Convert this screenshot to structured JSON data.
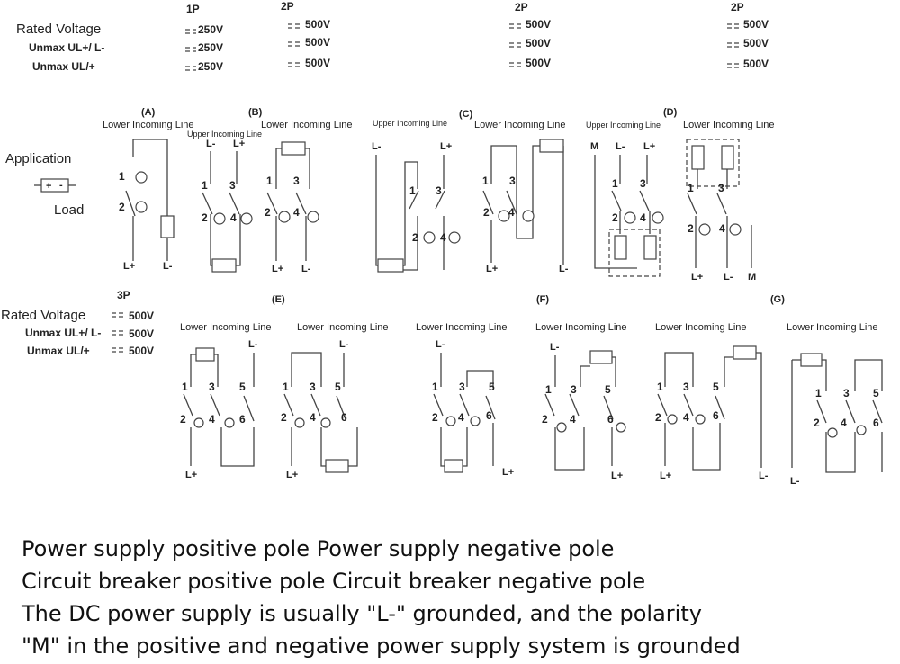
{
  "top_ratings": {
    "label_rated_voltage": "Rated Voltage",
    "label_unmax_pos": "Unmax UL+/ L-",
    "label_unmax_neg": "Unmax UL/+",
    "columns": [
      {
        "pole": "1P",
        "rated": "250V",
        "u1": "250V",
        "u2": "250V"
      },
      {
        "pole": "2P",
        "rated": "500V",
        "u1": "500V",
        "u2": "500V"
      },
      {
        "pole": "2P",
        "rated": "500V",
        "u1": "500V",
        "u2": "500V"
      },
      {
        "pole": "2P",
        "rated": "500V",
        "u1": "500V",
        "u2": "500V"
      }
    ]
  },
  "application": {
    "label": "Application",
    "load_label": "Load"
  },
  "bottom_ratings": {
    "pole": "3P",
    "label_rated_voltage": "Rated Voltage",
    "label_unmax_pos": "Unmax UL+/ L-",
    "label_unmax_neg": "Unmax UL/+",
    "rated": "500V",
    "u1": "500V",
    "u2": "500V"
  },
  "diagram_labels": {
    "A": "(A)",
    "B": "(B)",
    "C": "(C)",
    "D": "(D)",
    "E": "(E)",
    "F": "(F)",
    "G": "(G)",
    "lower": "Lower Incoming Line",
    "upper": "Upper Incoming Line",
    "lplus": "L+",
    "lminus": "L-",
    "m": "M",
    "plus_sym": "+",
    "minus_sym": "-"
  },
  "notes": [
    "Power supply positive pole   Power supply negative pole",
    "Circuit breaker positive pole   Circuit breaker negative pole",
    "The DC power supply is usually \"L-\" grounded, and the polarity",
    "\"M\" in the positive and negative power supply system is grounded"
  ]
}
